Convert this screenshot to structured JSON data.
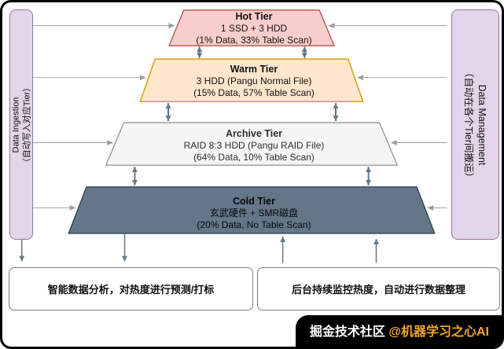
{
  "sidebars": {
    "left": {
      "line1": "Data Ingestion",
      "line2": "（自动写入对应Tier）"
    },
    "right": {
      "line1": "Data Management",
      "line2": "（自动在各个Tier间搬运）"
    }
  },
  "tiers": [
    {
      "name": "Hot Tier",
      "hardware": "1 SSD + 3 HDD",
      "stats": "(1% Data, 33% Table Scan)",
      "fill": "#F8CECC",
      "stroke": "#B85450"
    },
    {
      "name": "Warm Tier",
      "hardware": "3 HDD (Pangu Normal File)",
      "stats": "(15% Data, 57% Table Scan)",
      "fill": "#FFE6CC",
      "stroke": "#D79B00"
    },
    {
      "name": "Archive Tier",
      "hardware": "RAID 8:3 HDD (Pangu RAID File)",
      "stats": "(64% Data, 10% Table Scan)",
      "fill": "#F5F5F5",
      "stroke": "#999999"
    },
    {
      "name": "Cold Tier",
      "hardware": "玄武硬件 + SMR磁盘",
      "stats": "(20% Data, No Table Scan)",
      "fill": "#647687",
      "stroke": "#314354"
    }
  ],
  "bottom_boxes": {
    "analysis": "智能数据分析，对热度进行预测/打标",
    "monitor": "后台持续监控热度，自动进行数据整理"
  },
  "watermark": {
    "community": "掘金技术社区",
    "handle": "@机器学习之心AI"
  },
  "colors": {
    "flow_arrow": "#647687",
    "connector": "#9e9e9e",
    "sidebar_fill": "#E1D5E7",
    "sidebar_stroke": "#9673A6",
    "bottom_box_stroke": "#808080",
    "frame": "#000000",
    "watermark_bg": "#000000",
    "watermark_accent": "#F5A623"
  }
}
